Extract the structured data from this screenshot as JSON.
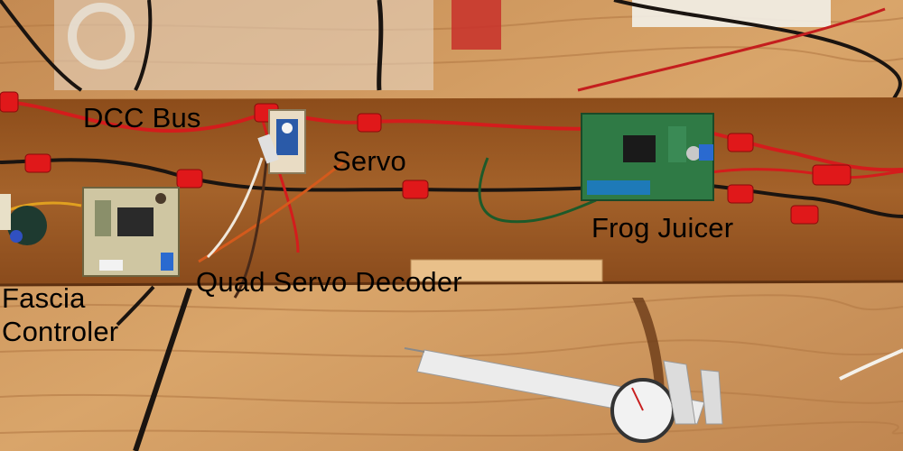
{
  "photo": {
    "subject": "model railroad turnout control wiring on plywood",
    "colors": {
      "plywood": "#d9a56a",
      "board": "#9c5a23",
      "red_wire": "#d41c1c",
      "black_wire": "#1a1410",
      "pcb": "#2f7a45"
    }
  },
  "labels": {
    "dcc_bus": "DCC Bus",
    "servo": "Servo",
    "frog_juicer": "Frog Juicer",
    "quad_servo_decoder": "Quad Servo Decoder",
    "fascia_line1": "Fascia",
    "fascia_line2": "Controler"
  }
}
